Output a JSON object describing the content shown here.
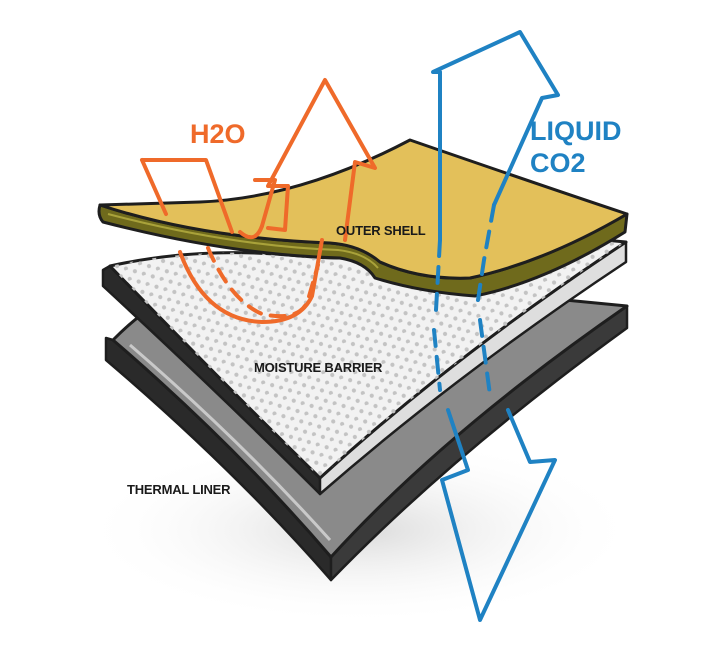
{
  "labels": {
    "h2o": "H2O",
    "liquid": "LIQUID",
    "co2": "CO2",
    "outer_shell": "OUTER SHELL",
    "moisture_barrier": "MOISTURE BARRIER",
    "thermal_liner": "THERMAL LINER"
  },
  "colors": {
    "h2o_arrow": "#ef6a2a",
    "co2_arrow": "#1f82c3",
    "outer_shell_top": "#e3c05a",
    "outer_shell_edge": "#6f6a1c",
    "moisture_barrier": "#f1f1f1",
    "thermal_liner": "#8a8a8a",
    "outline": "#1e1e1e"
  },
  "icons": {
    "h2o_arrows": "arrow-up-icon",
    "co2_up_arrow": "arrow-up-icon",
    "co2_down_arrow": "arrow-down-icon"
  }
}
